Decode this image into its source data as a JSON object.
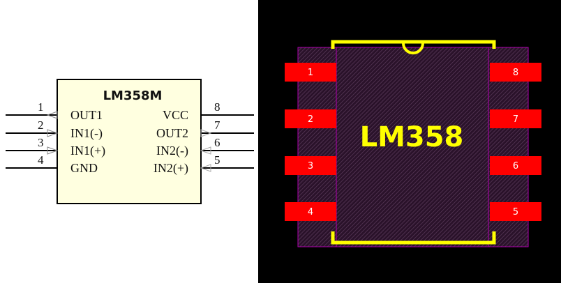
{
  "schematic": {
    "part_name": "LM358M",
    "colors": {
      "body_fill": "#ffffe0",
      "outline": "#000000"
    },
    "left_pins": [
      {
        "num": "1",
        "label": "OUT1"
      },
      {
        "num": "2",
        "label": "IN1(-)"
      },
      {
        "num": "3",
        "label": "IN1(+)"
      },
      {
        "num": "4",
        "label": "GND"
      }
    ],
    "right_pins": [
      {
        "num": "8",
        "label": "VCC"
      },
      {
        "num": "7",
        "label": "OUT2"
      },
      {
        "num": "6",
        "label": "IN2(-)"
      },
      {
        "num": "5",
        "label": "IN2(+)"
      }
    ]
  },
  "pcb": {
    "part_name": "LM358",
    "colors": {
      "background": "#000000",
      "pad": "#ff0000",
      "silkscreen": "#ffff00",
      "body_hatch": "#4a2a4a",
      "courtyard": "#b000b0"
    },
    "left_pads": [
      "1",
      "2",
      "3",
      "4"
    ],
    "right_pads": [
      "8",
      "7",
      "6",
      "5"
    ]
  }
}
